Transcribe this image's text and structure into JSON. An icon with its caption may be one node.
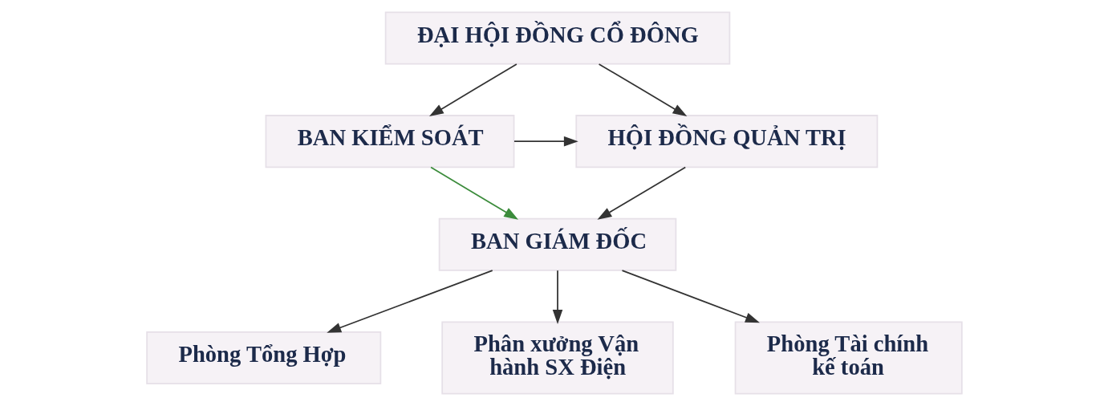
{
  "diagram": {
    "nodes": [
      {
        "text": [
          "ĐẠI HỘI ĐỒNG CỔ ĐÔNG"
        ]
      },
      {
        "text": [
          "HỘI ĐỒNG QUẢN TRỊ"
        ]
      },
      {
        "text": [
          "BAN KIỂM SOÁT"
        ]
      },
      {
        "text": [
          "BAN GIÁM ĐỐC"
        ]
      },
      {
        "text": [
          "Phòng Tổng Hợp"
        ]
      },
      {
        "text": [
          "Phân xưởng Vận hành SX Điện"
        ]
      },
      {
        "text": [
          "Phòng Tài chính kế toán"
        ]
      }
    ],
    "edges": [
      {
        "from": 0,
        "to": 1,
        "arrow": "to"
      },
      {
        "from": 0,
        "to": 2,
        "arrow": "to"
      },
      {
        "from": 2,
        "to": 1,
        "arrow": "to"
      },
      {
        "from": 1,
        "to": 3,
        "arrow": "to"
      },
      {
        "from": 2,
        "to": 3,
        "arrow": "to",
        "color": "#3c8c3c"
      },
      {
        "from": 3,
        "to": 4,
        "arrow": "to"
      },
      {
        "from": 3,
        "to": 5,
        "arrow": "to"
      },
      {
        "from": 3,
        "to": 6,
        "arrow": "to"
      }
    ]
  }
}
